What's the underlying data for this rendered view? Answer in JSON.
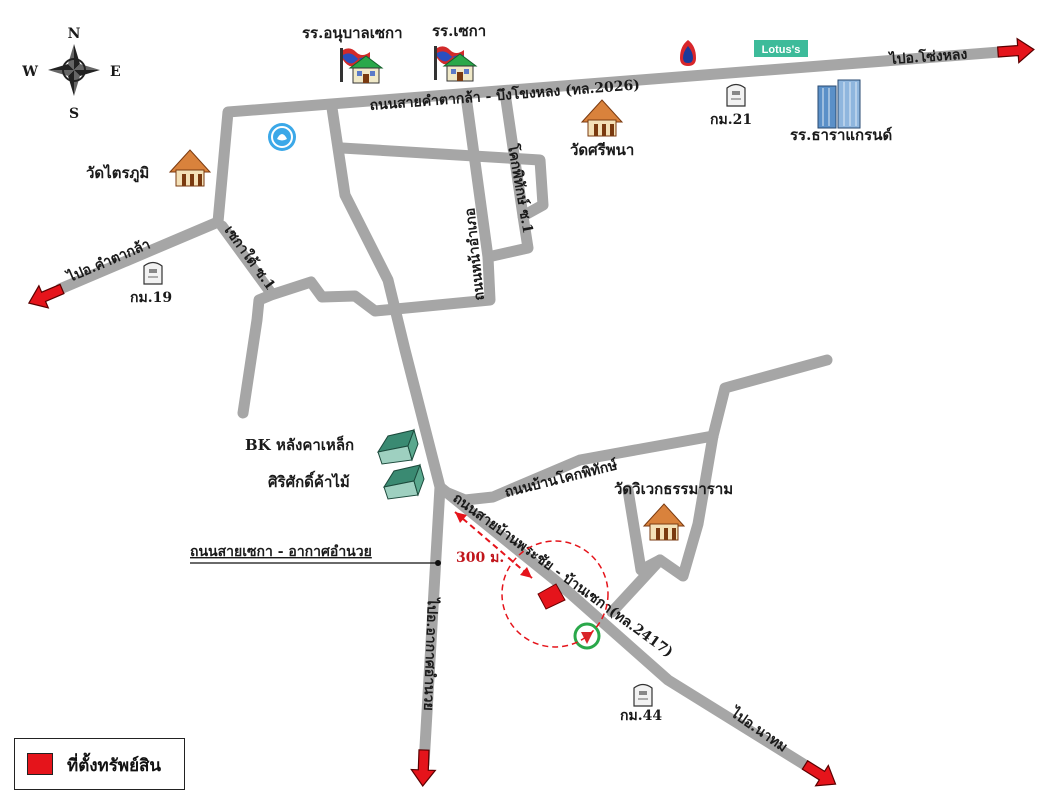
{
  "compass": {
    "north": "N",
    "south": "S",
    "east": "E",
    "west": "W"
  },
  "roads": {
    "main_north": "ถนนสายคำตากล้า - บึงโขงหลง (ทล.2026)",
    "to_sekha_akat": "ถนนสายเซกา - อากาศอำนวย",
    "to_bantanphrasai": "ถนนสายบ้านพระชัย - บ้านเซกา(ทล.2417)",
    "ban_khok_phithak": "ถนนบ้านโคกพิทักษ์",
    "khok_phithak_1": "โคกพิทักษ์ ซ.1",
    "sekha_tai_1": "เซกาใต้ ซ.1",
    "norasueksa": "ถนนหน้าอำเภอ"
  },
  "directions": {
    "to_bung_khong_long": "ไปอ.โซ่งหลง",
    "to_kham_ta_kla": "ไปอ.คำตากล้า",
    "to_akat_amnuai": "ไปอ.อากาศอำนวย",
    "to_na_thom": "ไปอ.นาทม"
  },
  "landmarks": {
    "kindergarten": "รร.อนุบาลเซกา",
    "sekha_school": "รร.เซกา",
    "wat_si_phana": "วัดศรีพนา",
    "wat_trai_phum": "วัดไตรภูมิ",
    "km21": "กม.21",
    "km19": "กม.19",
    "km44": "กม.44",
    "tara_grand_school": "รร.ธาราแกรนด์",
    "lotus": "Lotus's",
    "bk_steel": "BK หลังคาเหล็ก",
    "sirisak_timber": "ศิริศักดิ์ค้าไม้",
    "wat_wiwek": "วัดวิเวกธรรมาราม",
    "distance": "300 ม."
  },
  "legend": {
    "subject_property": "ที่ตั้งทรัพย์สิน"
  },
  "colors": {
    "road": "#a6a6a6",
    "arrow": "#e5141b",
    "property": "#e5141b",
    "lotus": "#3dbb9a",
    "temple": "#d9823c"
  }
}
